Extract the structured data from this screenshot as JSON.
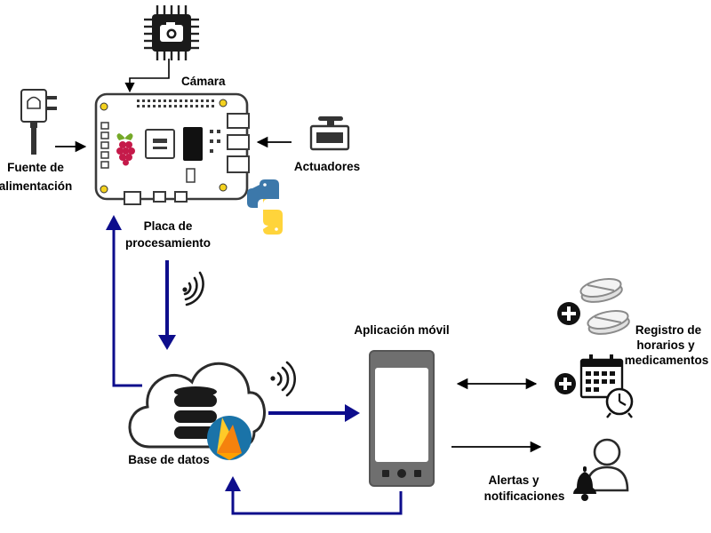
{
  "labels": {
    "camera": "Cámara",
    "power_line1": "Fuente de",
    "power_line2": "alimentación",
    "actuators": "Actuadores",
    "board_line1": "Placa de",
    "board_line2": "procesamiento",
    "app": "Aplicación móvil",
    "database": "Base de datos",
    "registry_line1": "Registro de",
    "registry_line2": "horarios y",
    "registry_line3": "medicamentos",
    "alerts_line1": "Alertas y",
    "alerts_line2": "notificaciones"
  },
  "colors": {
    "arrow_blue": "#0d0d8c",
    "arrow_black": "#000000",
    "board_stroke": "#3a3a3a",
    "raspberry_red": "#c51a4a",
    "raspberry_leaf": "#75a928",
    "python_blue": "#3c78aa",
    "python_yellow": "#ffd43b",
    "firebase_bg": "#1a73a8",
    "firebase_orange": "#f5820d",
    "firebase_yellow": "#ffca28",
    "phone_frame": "#6f6f6f",
    "phone_screen": "#ffffff"
  },
  "icons": [
    "camera-chip-icon",
    "power-plug-icon",
    "servo-actuator-icon",
    "raspberry-pi-board",
    "raspberry-logo-icon",
    "python-logo-icon",
    "wireless-signal-icon",
    "cloud-icon",
    "database-icon",
    "firebase-logo-icon",
    "smartphone-icon",
    "pills-icon",
    "plus-icon",
    "calendar-icon",
    "alarm-clock-icon",
    "bell-icon",
    "user-icon"
  ]
}
